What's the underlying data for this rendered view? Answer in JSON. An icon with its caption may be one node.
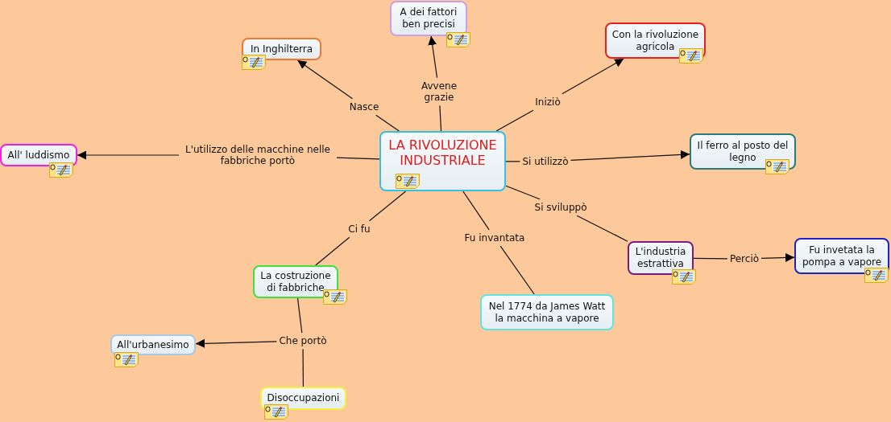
{
  "diagram": {
    "nodes": [
      {
        "text": [
          "LA RIVOLUZIONE INDUSTRIALE"
        ]
      },
      {
        "text": [
          "A dei fattori ben precisi"
        ]
      },
      {
        "text": [
          "In Inghilterra"
        ]
      },
      {
        "text": [
          "Con la rivoluzione agricola"
        ]
      },
      {
        "text": [
          "All' luddismo"
        ]
      },
      {
        "text": [
          "Il ferro al posto del legno"
        ]
      },
      {
        "text": [
          "L'industria estrattiva"
        ]
      },
      {
        "text": [
          "Fu invetata la pompa a vapore"
        ]
      },
      {
        "text": [
          "La costruzione di fabbriche"
        ]
      },
      {
        "text": [
          "Nel 1774 da James Watt la macchina a vapore"
        ]
      },
      {
        "text": [
          "All'urbanesimo"
        ]
      },
      {
        "text": [
          "Disoccupazioni"
        ]
      },
      {
        "text": [
          "Avvene grazie"
        ]
      },
      {
        "text": [
          "Nasce"
        ]
      },
      {
        "text": [
          "Iniziò"
        ]
      },
      {
        "text": [
          "L'utilizzo delle macchine nelle fabbriche portò"
        ]
      },
      {
        "text": [
          "Si utilizzò"
        ]
      },
      {
        "text": [
          "Si sviluppò"
        ]
      },
      {
        "text": [
          "Perciò"
        ]
      },
      {
        "text": [
          "Ci fu"
        ]
      },
      {
        "text": [
          "Fu invantata"
        ]
      },
      {
        "text": [
          "Che portò"
        ]
      }
    ],
    "edges": [
      {
        "from": 0,
        "to": 12,
        "arrow": "none"
      },
      {
        "from": 12,
        "to": 1,
        "arrow": "to"
      },
      {
        "from": 0,
        "to": 13,
        "arrow": "none"
      },
      {
        "from": 13,
        "to": 2,
        "arrow": "to"
      },
      {
        "from": 0,
        "to": 14,
        "arrow": "none"
      },
      {
        "from": 14,
        "to": 3,
        "arrow": "to"
      },
      {
        "from": 0,
        "to": 15,
        "arrow": "none"
      },
      {
        "from": 15,
        "to": 4,
        "arrow": "to"
      },
      {
        "from": 0,
        "to": 16,
        "arrow": "none"
      },
      {
        "from": 16,
        "to": 5,
        "arrow": "to"
      },
      {
        "from": 0,
        "to": 17,
        "arrow": "none"
      },
      {
        "from": 17,
        "to": 6,
        "arrow": "none"
      },
      {
        "from": 6,
        "to": 18,
        "arrow": "none"
      },
      {
        "from": 18,
        "to": 7,
        "arrow": "to"
      },
      {
        "from": 0,
        "to": 19,
        "arrow": "none"
      },
      {
        "from": 19,
        "to": 8,
        "arrow": "none"
      },
      {
        "from": 0,
        "to": 20,
        "arrow": "none"
      },
      {
        "from": 20,
        "to": 9,
        "arrow": "none"
      },
      {
        "from": 8,
        "to": 21,
        "arrow": "none"
      },
      {
        "from": 21,
        "to": 10,
        "arrow": "to"
      },
      {
        "from": 21,
        "to": 11,
        "arrow": "none"
      }
    ]
  }
}
